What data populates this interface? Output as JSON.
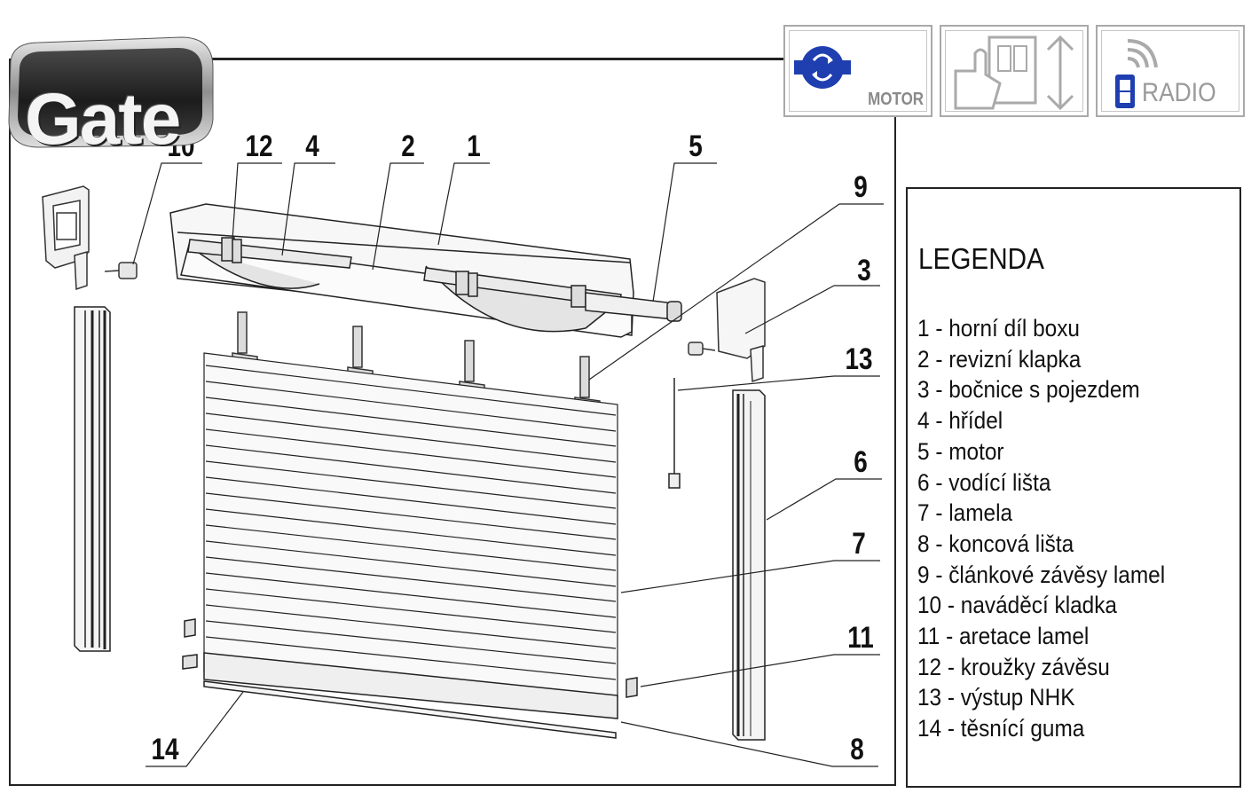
{
  "brand": {
    "logo_text": "Gate"
  },
  "icons": {
    "motor": {
      "label": "MOTOR",
      "icon": "motor-icon",
      "color": "#1f3fb0"
    },
    "switch": {
      "icon": "wall-switch-icon",
      "arrow_icon": "up-down-arrow-icon"
    },
    "radio": {
      "label": "RADIO",
      "icon": "radio-remote-icon",
      "color": "#1f3fb0"
    }
  },
  "callouts": [
    "10",
    "12",
    "4",
    "2",
    "1",
    "5",
    "9",
    "3",
    "13",
    "6",
    "7",
    "11",
    "14",
    "8"
  ],
  "legend": {
    "title": "LEGENDA",
    "items": [
      "1 - horní díl boxu",
      "2 - revizní klapka",
      "3 - bočnice s pojezdem",
      "4 - hřídel",
      "5 - motor",
      "6 - vodící lišta",
      "7 - lamela",
      "8 - koncová lišta",
      "9 - článkové závěsy lamel",
      "10 - naváděcí kladka",
      "11 - aretace lamel",
      "12 - kroužky závěsu",
      "13 - výstup NHK",
      "14 - těsnící guma"
    ]
  }
}
